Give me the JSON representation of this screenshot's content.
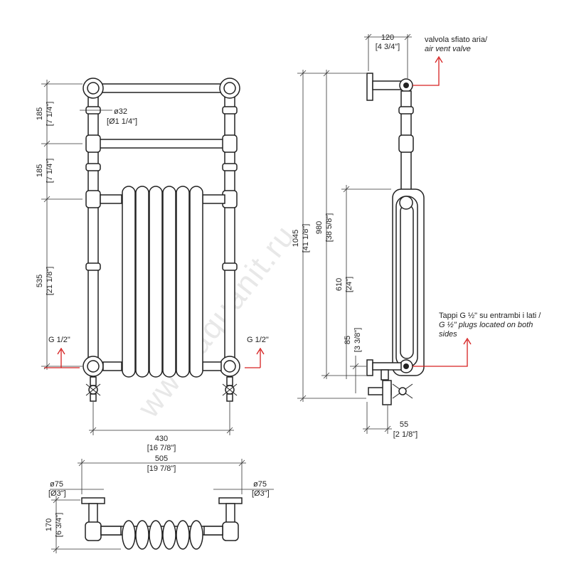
{
  "watermark": "www.aquanit.ru",
  "front_view": {
    "dim_185_top": "185",
    "dim_185_top_in": "[7 1/4\"]",
    "dim_185_mid": "185",
    "dim_185_mid_in": "[7 1/4\"]",
    "dim_535": "535",
    "dim_535_in": "[21 1/8\"]",
    "dia_32": "ø32",
    "dia_32_in": "[Ø1 1/4\"]",
    "inlet_left": "G 1/2\"",
    "inlet_right": "G 1/2\"",
    "dim_430": "430",
    "dim_430_in": "[16 7/8\"]"
  },
  "side_view": {
    "dim_120": "120",
    "dim_120_in": "[4 3/4\"]",
    "vent_label_it": "valvola sfiato aria/",
    "vent_label_en": "air vent valve",
    "dim_1045": "1045",
    "dim_1045_in": "[41 1/8\"]",
    "dim_980": "980",
    "dim_980_in": "[38 5/8\"]",
    "dim_610": "610",
    "dim_610_in": "[24\"]",
    "dim_85": "85",
    "dim_85_in": "[3 3/8\"]",
    "dim_55": "55",
    "dim_55_in": "[2 1/8\"]",
    "plugs_label_it": "Tappi G ½\" su entrambi i lati /",
    "plugs_label_en_1": "G ½\" plugs located on both",
    "plugs_label_en_2": "sides"
  },
  "top_view": {
    "dim_505": "505",
    "dim_505_in": "[19 7/8\"]",
    "dia_75_left": "ø75",
    "dia_75_left_in": "[Ø3\"]",
    "dia_75_right": "ø75",
    "dia_75_right_in": "[Ø3\"]",
    "dim_170": "170",
    "dim_170_in": "[6 3/4\"]"
  }
}
